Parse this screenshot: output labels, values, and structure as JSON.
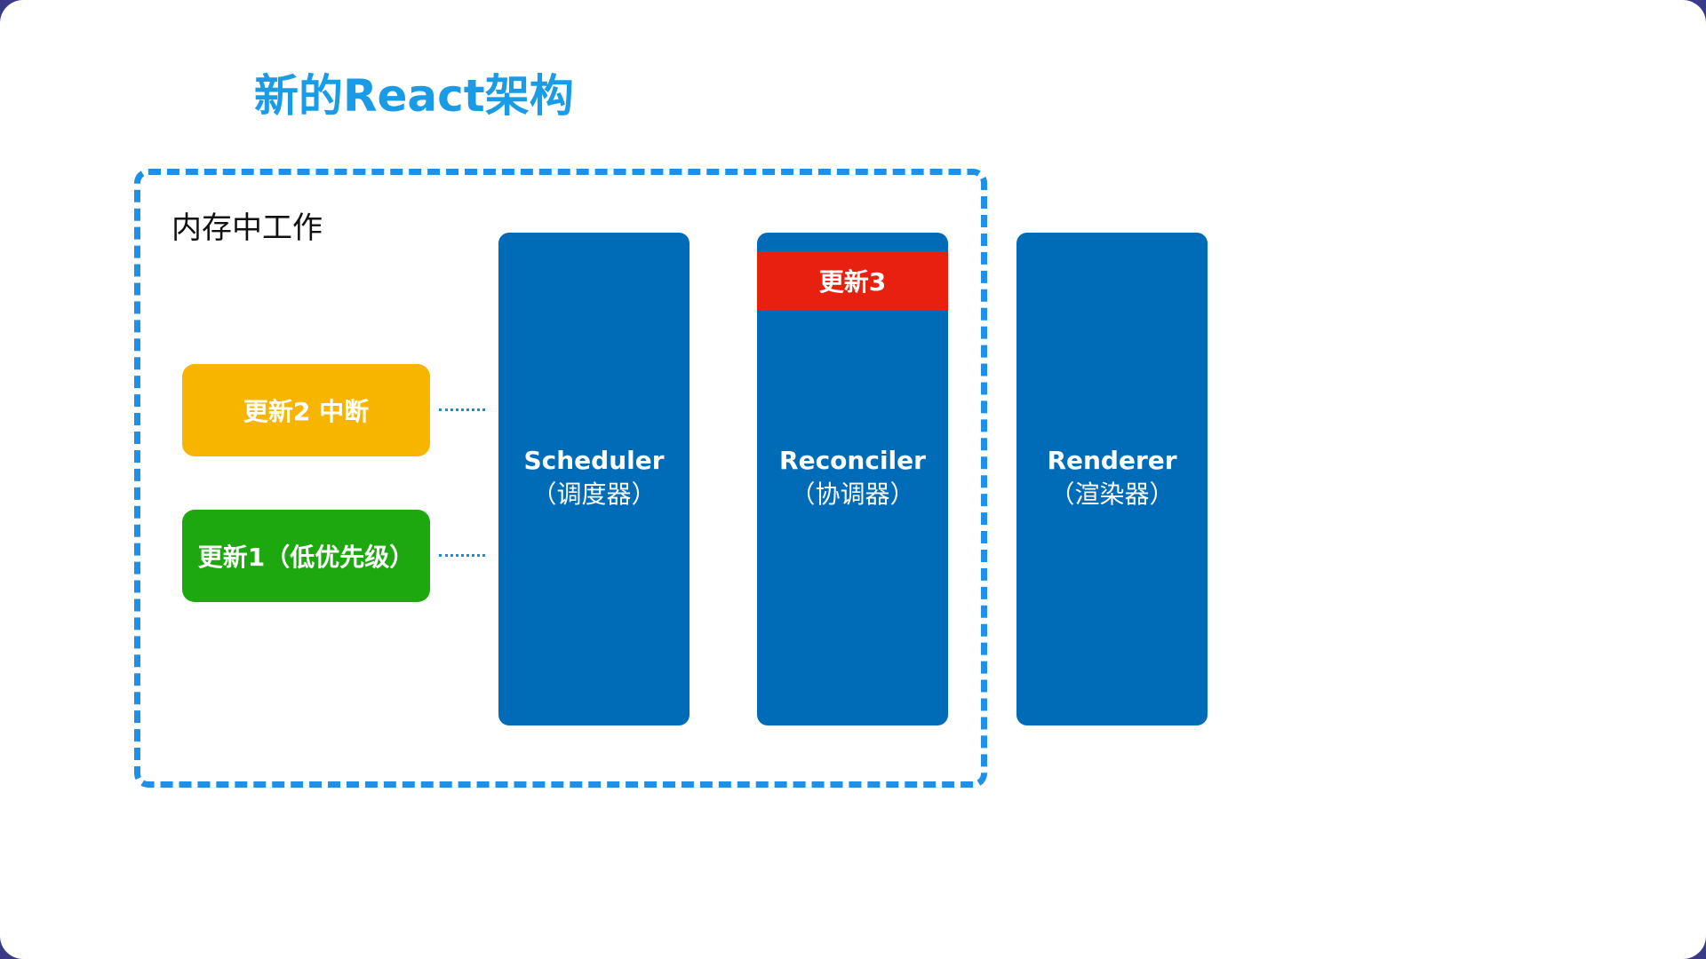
{
  "title": "新的React架构",
  "memory_group": {
    "label": "内存中工作"
  },
  "updates": [
    {
      "label": "更新2 中断",
      "color": "#f7b500"
    },
    {
      "label": "更新1（低优先级）",
      "color": "#1ea80f"
    }
  ],
  "columns": [
    {
      "name": "Scheduler",
      "subtitle": "（调度器）"
    },
    {
      "name": "Reconciler",
      "subtitle": "（协调器）",
      "badge": "更新3",
      "badge_color": "#e8200f"
    },
    {
      "name": "Renderer",
      "subtitle": "（渲染器）"
    }
  ],
  "colors": {
    "title": "#1a9be6",
    "dashed_border": "#1e90e8",
    "column": "#006bb6"
  }
}
